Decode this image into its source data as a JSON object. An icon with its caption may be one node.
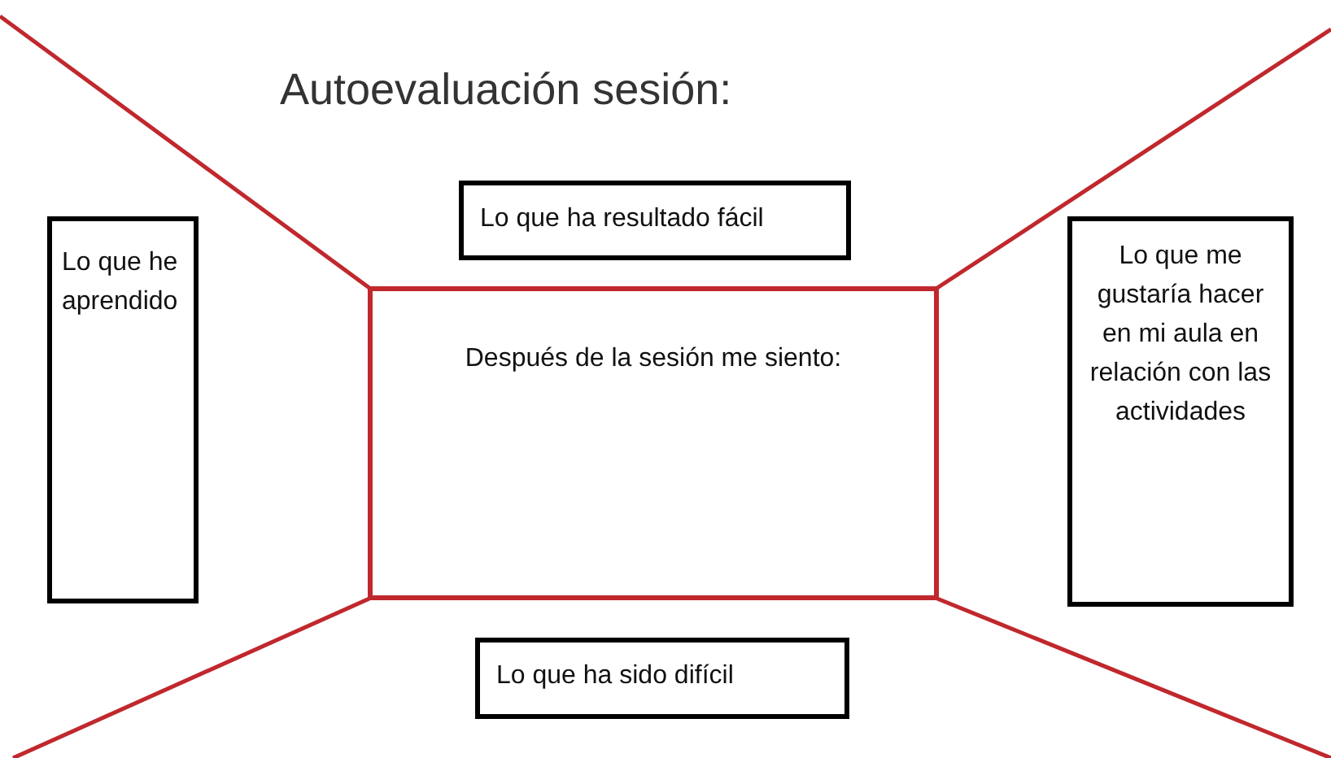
{
  "diagram": {
    "title": "Autoevaluación sesión:",
    "nodes": [
      {
        "text": [
          "Lo que ha resultado fácil"
        ]
      },
      {
        "text": [
          "Lo que he aprendido"
        ]
      },
      {
        "text": [
          "Después de la sesión me siento:"
        ]
      },
      {
        "text": [
          "Lo que me gustaría hacer en mi aula en relación con las actividades"
        ]
      },
      {
        "text": [
          "Lo que ha sido difícil"
        ]
      }
    ],
    "edges": [
      {
        "from": 2,
        "to": null,
        "arrow": "none"
      },
      {
        "from": 2,
        "to": null,
        "arrow": "none"
      },
      {
        "from": 2,
        "to": null,
        "arrow": "none"
      },
      {
        "from": 2,
        "to": null,
        "arrow": "none"
      }
    ]
  }
}
